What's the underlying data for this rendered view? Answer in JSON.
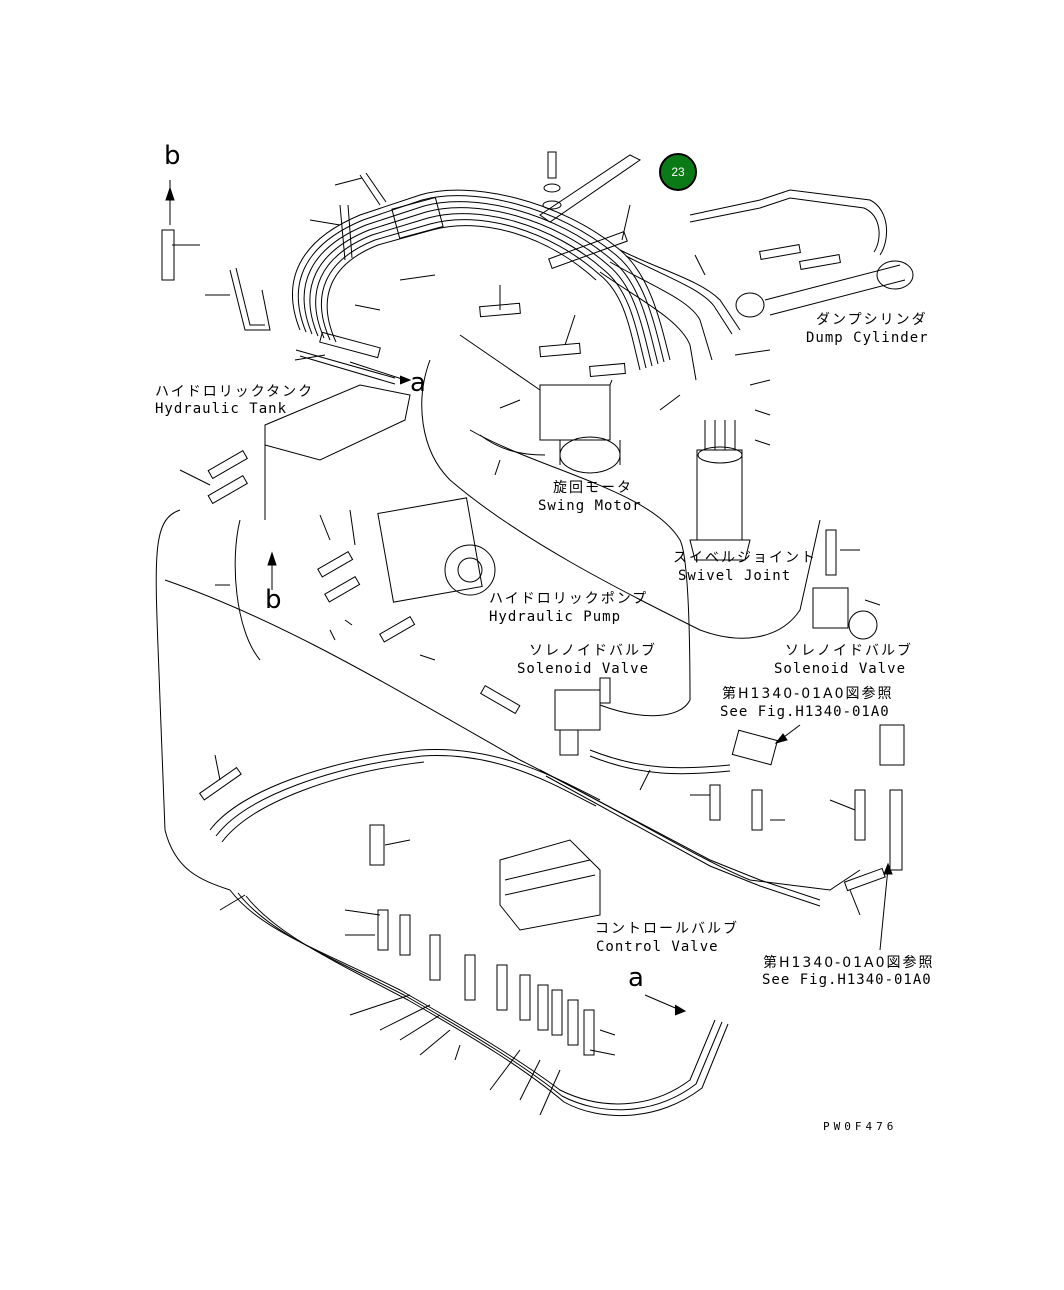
{
  "callout": {
    "number": "23",
    "color": "#0a7a16"
  },
  "labels": {
    "dump_cylinder_jp": "ダンプシリンダ",
    "dump_cylinder_en": "Dump Cylinder",
    "hydraulic_tank_jp": "ハイドロリックタンク",
    "hydraulic_tank_en": "Hydraulic Tank",
    "swing_motor_jp": "旋回モータ",
    "swing_motor_en": "Swing Motor",
    "swivel_joint_jp": "スイベルジョイント",
    "swivel_joint_en": "Swivel Joint",
    "hydraulic_pump_jp": "ハイドロリックポンプ",
    "hydraulic_pump_en": "Hydraulic Pump",
    "solenoid_valve_left_jp": "ソレノイドバルブ",
    "solenoid_valve_left_en": "Solenoid Valve",
    "solenoid_valve_right_jp": "ソレノイドバルブ",
    "solenoid_valve_right_en": "Solenoid Valve",
    "see_fig_top_jp": "第H1340-01A0図参照",
    "see_fig_top_en": "See Fig.H1340-01A0",
    "control_valve_jp": "コントロールバルブ",
    "control_valve_en": "Control Valve",
    "see_fig_bottom_jp": "第H1340-01A0図参照",
    "see_fig_bottom_en": "See Fig.H1340-01A0",
    "ref_b_top": "b",
    "ref_b_bottom": "b",
    "ref_a_right": "a",
    "ref_a_bottom": "a",
    "drawing_code": "PW0F476"
  }
}
